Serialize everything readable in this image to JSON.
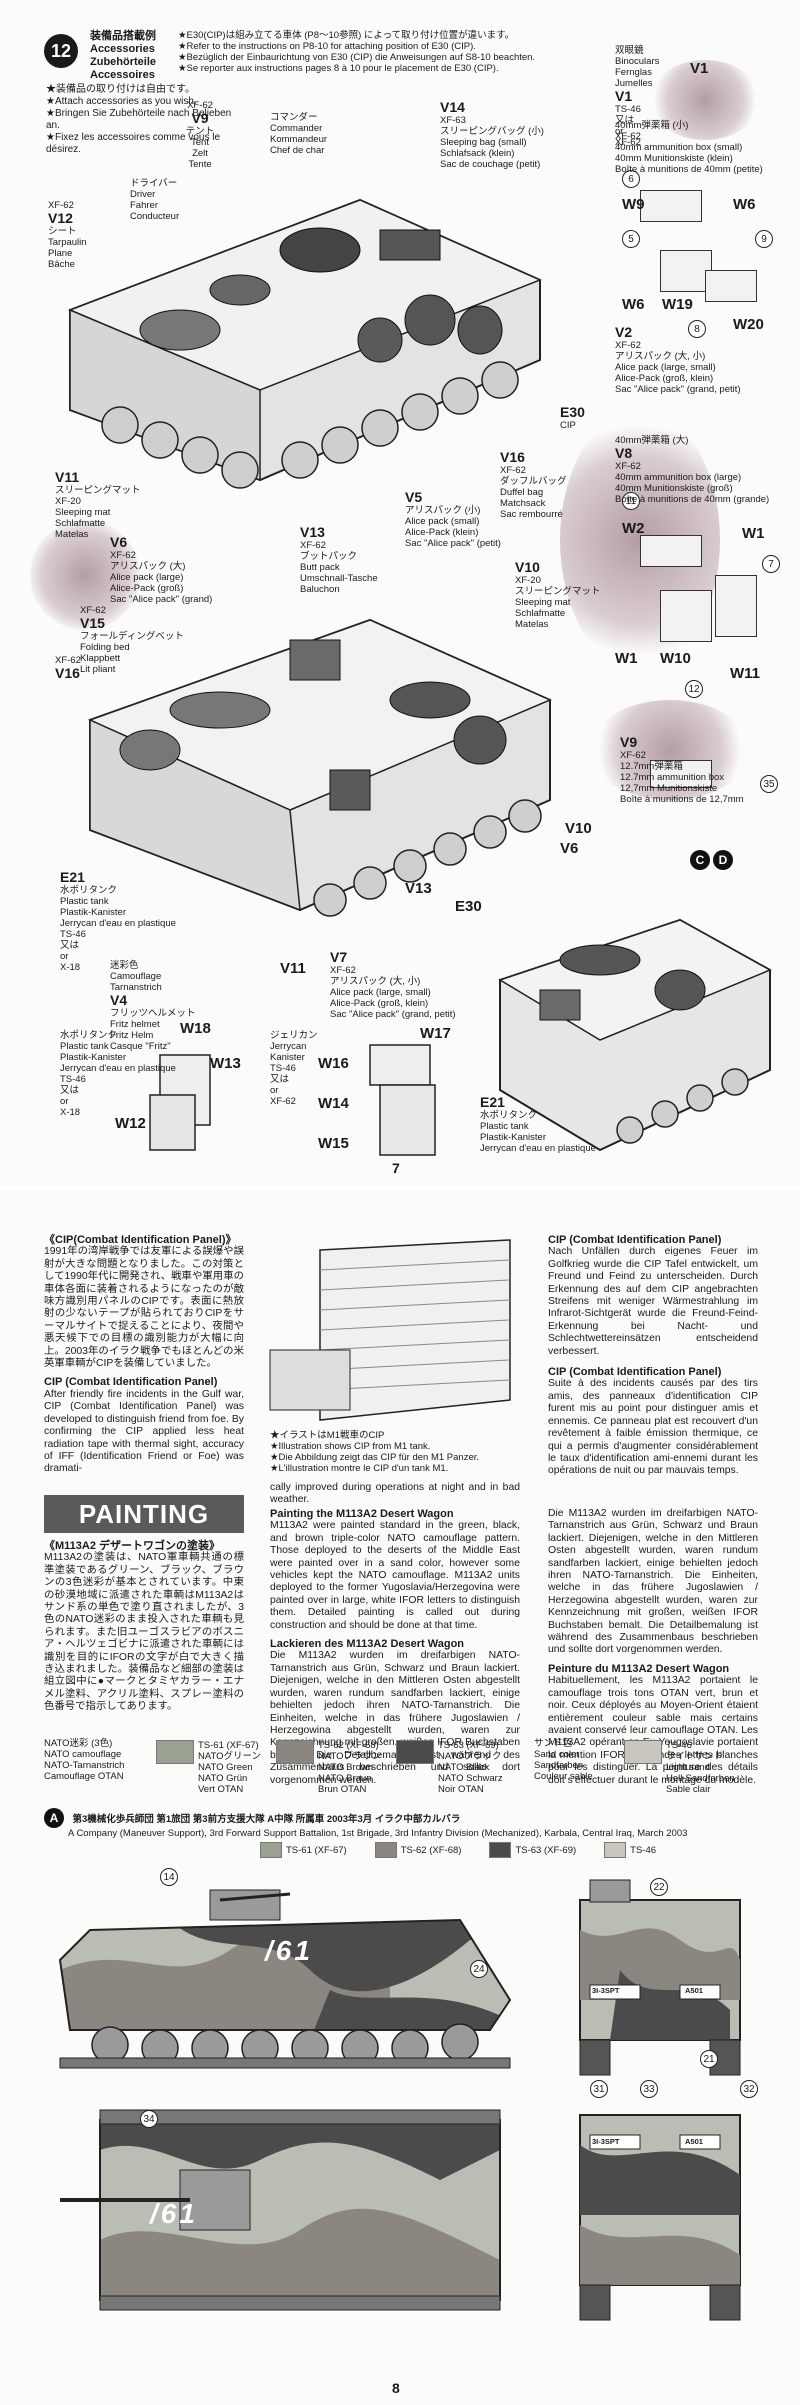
{
  "page7": {
    "step": "12",
    "page_number": "7",
    "header_jp": "装備品搭載例",
    "header_lines": [
      "Accessories",
      "Zubehörteile",
      "Accessoires"
    ],
    "notes_jp": "★E30(CIP)は組み立てる車体 (P8〜10参照) によって取り付け位置が違います。",
    "notes_en": [
      "★Refer to the instructions on P8-10 for attaching position of E30 (CIP).",
      "★Bezüglich der Einbaurichtung von E30 (CIP) die Anweisungen auf S8-10 beachten.",
      "★Se reporter aux instructions pages 8 à 10 pour le placement de E30 (CIP)."
    ],
    "bullets": [
      "★装備品の取り付けは自由です。",
      "★Attach accessories as you wish.",
      "★Bringen Sie Zubehörteile nach Belieben an.",
      "★Fixez les accessoires comme vous le désirez."
    ],
    "cd_label": "C D",
    "labels": [
      {
        "id": "v9",
        "lines": [
          "XF-62",
          "V9",
          "テント",
          "Tent",
          "Zelt",
          "Tente"
        ]
      },
      {
        "id": "commander",
        "lines": [
          "コマンダー",
          "Commander",
          "Kommandeur",
          "Chef de char"
        ]
      },
      {
        "id": "driver",
        "lines": [
          "ドライバー",
          "Driver",
          "Fahrer",
          "Conducteur"
        ]
      },
      {
        "id": "v12",
        "lines": [
          "XF-62",
          "V12",
          "シート",
          "Tarpaulin",
          "Plane",
          "Bâche"
        ]
      },
      {
        "id": "v14",
        "lines": [
          "V14",
          "XF-63",
          "スリーピングバッグ (小)",
          "Sleeping bag (small)",
          "Schlafsack (klein)",
          "Sac de couchage (petit)"
        ]
      },
      {
        "id": "v1",
        "lines": [
          "双眼鏡",
          "Binoculars",
          "Fernglas",
          "Jumelles",
          "V1",
          "TS-46",
          "又は",
          "or",
          "XF-62"
        ]
      },
      {
        "id": "ammo40",
        "lines": [
          "40mm弾薬箱 (小)",
          "XF-62",
          "40mm ammunition box (small)",
          "40mm Munitionskiste (klein)",
          "Boîte à munitions de 40mm (petite)"
        ]
      },
      {
        "id": "e30",
        "lines": [
          "E30",
          "CIP"
        ]
      },
      {
        "id": "v2",
        "lines": [
          "V2",
          "XF-62",
          "アリスパック (大, 小)",
          "Alice pack (large, small)",
          "Alice-Pack (groß, klein)",
          "Sac \"Alice pack\" (grand, petit)"
        ]
      },
      {
        "id": "v8",
        "lines": [
          "40mm弾薬箱 (大)",
          "V8",
          "XF-62",
          "40mm ammunition box (large)",
          "40mm Munitionskiste (groß)",
          "Boîte à munitions de 40mm (grande)"
        ]
      },
      {
        "id": "v11a",
        "lines": [
          "V11",
          "スリーピングマット",
          "XF-20",
          "Sleeping mat",
          "Schlafmatte",
          "Matelas"
        ]
      },
      {
        "id": "v16",
        "lines": [
          "V16",
          "XF-62",
          "ダッフルバッグ",
          "Duffel bag",
          "Matchsack",
          "Sac rembourré"
        ]
      },
      {
        "id": "v5",
        "lines": [
          "V5",
          "アリスパック (小)",
          "Alice pack (small)",
          "Alice-Pack (klein)",
          "Sac \"Alice pack\" (petit)"
        ]
      },
      {
        "id": "v6",
        "lines": [
          "V6",
          "XF-62",
          "アリスパック (大)",
          "Alice pack (large)",
          "Alice-Pack (groß)",
          "Sac \"Alice pack\" (grand)"
        ]
      },
      {
        "id": "v13",
        "lines": [
          "V13",
          "XF-62",
          "ブットパック",
          "Butt pack",
          "Umschnall-Tasche",
          "Baluchon"
        ]
      },
      {
        "id": "v10",
        "lines": [
          "V10",
          "XF-20",
          "スリーピングマット",
          "Sleeping mat",
          "Schlafmatte",
          "Matelas"
        ]
      },
      {
        "id": "v15",
        "lines": [
          "XF-62",
          "V15",
          "フォールディングベット",
          "Folding bed",
          "Klappbett",
          "Lit pliant"
        ]
      },
      {
        "id": "v16b",
        "lines": [
          "XF-62",
          "V16"
        ]
      },
      {
        "id": "v9b",
        "lines": [
          "V9",
          "XF-62",
          "12.7mm弾薬箱",
          "12.7mm ammunition box",
          "12,7mm Munitionskiste",
          "Boîte à munitions de 12,7mm"
        ]
      },
      {
        "id": "e21a",
        "lines": [
          "E21",
          "水ポリタンク",
          "Plastic tank",
          "Plastik-Kanister",
          "Jerrycan d'eau en plastique",
          "TS-46",
          "又は",
          "or",
          "X-18"
        ]
      },
      {
        "id": "v4",
        "lines": [
          "迷彩色",
          "Camouflage",
          "Tarnanstrich",
          "V4",
          "フリッツヘルメット",
          "Fritz helmet",
          "Fritz Helm",
          "Casque \"Fritz\""
        ]
      },
      {
        "id": "v7",
        "lines": [
          "V7",
          "XF-62",
          "アリスパック (大, 小)",
          "Alice pack (large, small)",
          "Alice-Pack (groß, klein)",
          "Sac \"Alice pack\" (grand, petit)"
        ]
      },
      {
        "id": "w18",
        "lines": [
          "水ポリタンク",
          "Plastic tank",
          "Plastik-Kanister",
          "Jerrycan d'eau en plastique",
          "TS-46",
          "又は",
          "or",
          "X-18"
        ]
      },
      {
        "id": "jerry",
        "lines": [
          "ジェリカン",
          "Jerrycan",
          "Kanister",
          "TS-46",
          "又は",
          "or",
          "XF-62"
        ]
      },
      {
        "id": "e21b",
        "lines": [
          "E21",
          "水ポリタンク",
          "Plastic tank",
          "Plastik-Kanister",
          "Jerrycan d'eau en plastique"
        ]
      }
    ],
    "parts": [
      "V1",
      "W9",
      "W6",
      "W19",
      "W20",
      "W6",
      "W2",
      "W1",
      "W10",
      "W11",
      "W1",
      "V10",
      "V6",
      "V13",
      "V11",
      "E30",
      "W18",
      "W13",
      "W12",
      "W17",
      "W16",
      "W14",
      "W15"
    ],
    "refs": [
      "6",
      "5",
      "9",
      "8",
      "11",
      "7",
      "12",
      "35"
    ]
  },
  "page8": {
    "page_number": "8",
    "cip_jp_title": "《CIP(Combat Identification Panel)》",
    "cip_jp_text": "1991年の湾岸戦争では友軍による誤爆や誤射が大きな問題となりました。この対策として1990年代に開発され、戦車や軍用車の車体各面に装着されるようになったのが敵味方識別用パネルのCIPです。表面に熱放射の少ないテープが貼られておりCIPをサーマルサイトで捉えることにより、夜間や悪天候下での目標の識別能力が大幅に向上。2003年のイラク戦争でもほとんどの米英軍車輌がCIPを装備していました。",
    "cip_en_title": "CIP (Combat Identification Panel)",
    "cip_en_text": "After friendly fire incidents in the Gulf war, CIP (Combat Identification Panel) was developed to distinguish friend from foe. By confirming the CIP applied less heat radiation tape with thermal sight, accuracy of IFF (Identification Friend or Foe) was dramati-",
    "cip_caption": [
      "★イラストはM1戦車のCIP",
      "★Illustration shows CIP from M1 tank.",
      "★Die Abbildung zeigt das CIP für den M1 Panzer.",
      "★L'illustration montre le CIP d'un tank M1."
    ],
    "cip_en_cont": "cally improved during operations at night and in bad weather.",
    "cip_de_title": "CIP (Combat Identification Panel)",
    "cip_de_text": "Nach Unfällen durch eigenes Feuer im Golfkrieg wurde die CIP Tafel entwickelt, um Freund und Feind zu unterscheiden. Durch Erkennung des auf dem CIP angebrachten Streifens mit weniger Wärmestrahlung im Infrarot-Sichtgerät wurde die Freund-Feind-Erkennung bei Nacht- und Schlechtwettereinsätzen entscheidend verbessert.",
    "cip_fr_title": "CIP (Combat Identification Panel)",
    "cip_fr_text": "Suite à des incidents causés par des tirs amis, des panneaux d'identification CIP furent mis au point pour distinguer amis et ennemis. Ce panneau plat est recouvert d'un revêtement à faible émission thermique, ce qui a permis d'augmenter considérablement le taux d'identification ami-ennemi durant les opérations de nuit ou par mauvais temps.",
    "painting_title": "PAINTING",
    "paint_jp_title": "《M113A2 デザートワゴンの塗装》",
    "paint_jp_text": "M113A2の塗装は、NATO軍車輌共通の標準塗装であるグリーン、ブラック、ブラウンの3色迷彩が基本とされています。中東の砂漠地域に派遣された車輌はM113A2はサンド系の単色で塗り直されましたが、3色のNATO迷彩のまま投入された車輌も見られます。また旧ユーゴスラビアのボスニア・ヘルツェゴビナに派遣された車輌には識別を目的にIFORの文字が白で大きく描き込まれました。装備品など細部の塗装は組立図中に●マークとタミヤカラー・エナメル塗料、アクリル塗料、スプレー塗料の色番号で指示してあります。",
    "paint_en_title": "Painting the M113A2 Desert Wagon",
    "paint_en_text": "M113A2 were painted standard in the green, black, and brown triple-color NATO camouflage pattern. Those deployed to the deserts of the Middle East were painted over in a sand color, however some vehicles kept the NATO camouflage. M113A2 units deployed to the former Yugoslavia/Herzegovina were painted over in large, white IFOR letters to distinguish them. Detailed painting is called out during construction and should be done at that time.",
    "paint_de_title": "Lackieren des M113A2 Desert Wagon",
    "paint_de_text": "Die M113A2 wurden im dreifarbigen NATO-Tarnanstrich aus Grün, Schwarz und Braun lackiert. Diejenigen, welche in den Mittleren Osten abgestellt wurden, waren rundum sandfarben lackiert, einige behielten jedoch ihren NATO-Tarnanstrich. Die Einheiten, welche in das frühere Jugoslawien / Herzegowina abgestellt wurden, waren zur Kennzeichnung mit großen, weißen IFOR Buchstaben bemalt. Die Detailbemalung ist während des Zusammenbaus beschrieben und sollte dort vorgenommen werden.",
    "paint_fr_title": "Peinture du M113A2 Desert Wagon",
    "paint_fr_text": "Habituellement, les M113A2 portaient le camouflage trois tons OTAN vert, brun et noir. Ceux déployés au Moyen-Orient étaient entièrement couleur sable mais certains avaient conservé leur camouflage OTAN. Les M113A2 opérant en Ex-Yougoslavie portaient la mention IFOR en grandes lettres blanches pour les distinguer. La peinture des détails doit s'effectuer durant le montage du modèle.",
    "swatches": [
      {
        "lines": [
          "NATO迷彩 (3色)",
          "NATO camouflage",
          "NATO-Tarnanstrich",
          "Camouflage OTAN"
        ],
        "color": ""
      },
      {
        "lines": [
          "TS-61 (XF-67)",
          "NATOグリーン",
          "NATO Green",
          "NATO Grün",
          "Vert OTAN"
        ],
        "color": "#9aa092"
      },
      {
        "lines": [
          "TS-62 (XF-68)",
          "NATOブラウン",
          "NATO Brown",
          "NATO Braun",
          "Brun OTAN"
        ],
        "color": "#8c8681"
      },
      {
        "lines": [
          "TS-63 (XF-69)",
          "NATOブラック",
          "NATO Black",
          "NATO Schwarz",
          "Noir OTAN"
        ],
        "color": "#4b4b4b"
      },
      {
        "lines": [
          "サンド色",
          "Sand color",
          "Sandfarben",
          "Couleur sable"
        ],
        "color": ""
      },
      {
        "lines": [
          "TS-46",
          "ライトサンド",
          "Light sand",
          "Hell-Sandfarben",
          "Sable clair"
        ],
        "color": "#c9c6c0"
      }
    ],
    "marking_letter": "A",
    "marking_jp": "第3機械化歩兵師団 第1旅団 第3前方支援大隊 A中隊 所属車 2003年3月 イラク中部カルバラ",
    "marking_en": "A Company (Maneuver Support), 3rd Forward Support Battalion, 1st Brigade, 3rd Infantry Division (Mechanized), Karbala, Central Iraq, March 2003",
    "legend": [
      "TS-61 (XF-67)",
      "TS-62 (XF-68)",
      "TS-63 (XF-69)",
      "TS-46"
    ],
    "vehicle_number": "/61",
    "plate_left": "3I-3SPT",
    "plate_right": "A501",
    "decal_refs": [
      "14",
      "22",
      "24",
      "21",
      "31",
      "32",
      "33",
      "34"
    ]
  }
}
